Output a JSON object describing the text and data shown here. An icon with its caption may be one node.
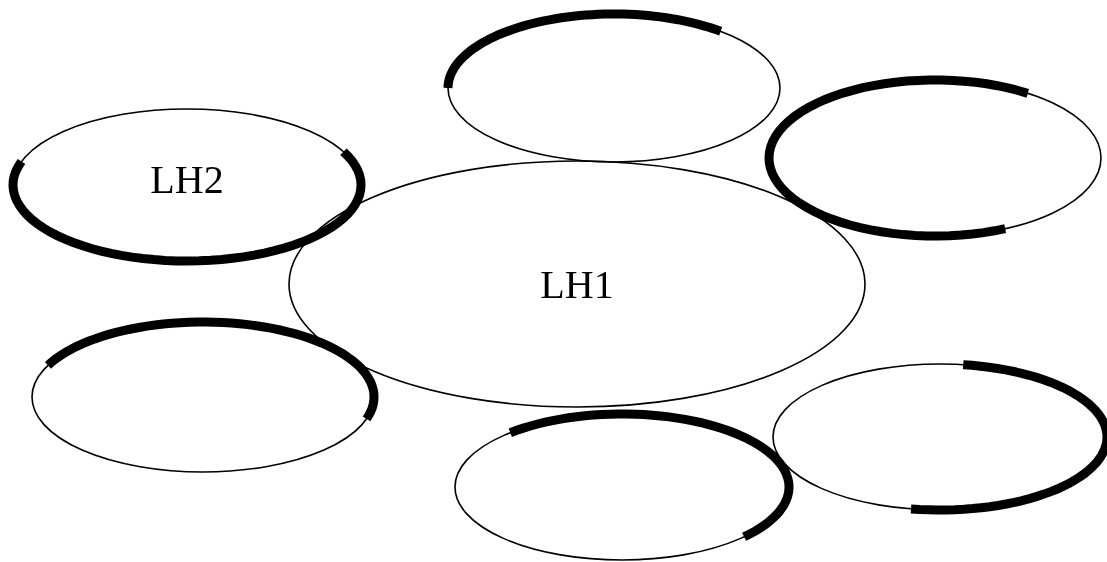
{
  "diagram": {
    "nodes": [
      {
        "text": [],
        "shape": "ellipse"
      },
      {
        "text": [
          "LH2"
        ]
      },
      {
        "text": [],
        "shape": "ellipse"
      },
      {
        "text": [
          "LH1"
        ]
      },
      {
        "text": [],
        "shape": "ellipse"
      },
      {
        "text": [],
        "shape": "ellipse"
      },
      {
        "text": [],
        "shape": "ellipse"
      }
    ]
  }
}
